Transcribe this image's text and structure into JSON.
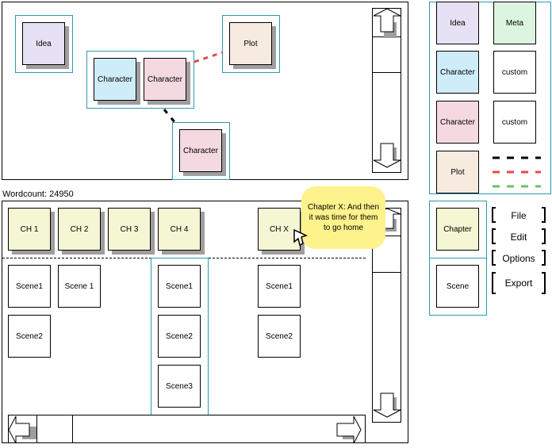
{
  "colors": {
    "frame": "#2a9bb0",
    "idea": "#e6e1f5",
    "meta": "#dcf5e0",
    "character_blue": "#cfecf9",
    "character_pink": "#f4d9e1",
    "plot": "#f7ebe0",
    "chapter": "#f4f6d4",
    "tooltip": "#fdf28b",
    "link_black": "#000000",
    "link_red": "#e84a4a",
    "link_green": "#6cc070"
  },
  "story_canvas": {
    "nodes": [
      {
        "label": "Idea",
        "type": "idea"
      },
      {
        "label": "Character",
        "type": "character-blue"
      },
      {
        "label": "Character",
        "type": "character-pink"
      },
      {
        "label": "Plot",
        "type": "plot"
      },
      {
        "label": "Character",
        "type": "character-pink"
      }
    ],
    "links": [
      {
        "from": "Character (group)",
        "to": "Plot",
        "style": "red-dashed"
      },
      {
        "from": "Character (group)",
        "to": "Character",
        "style": "black-dashed"
      }
    ]
  },
  "palette": {
    "items": [
      {
        "label": "Idea"
      },
      {
        "label": "Meta"
      },
      {
        "label": "Character"
      },
      {
        "label": "custom"
      },
      {
        "label": "Character"
      },
      {
        "label": "custom"
      },
      {
        "label": "Plot"
      }
    ],
    "link_styles": [
      "black-dashed",
      "red-dashed",
      "green-dashed"
    ]
  },
  "wordcount": {
    "label": "Wordcount: 24950",
    "value": 24950
  },
  "timeline": {
    "chapters": [
      {
        "label": "CH 1",
        "scenes": [
          "Scene1",
          "Scene2"
        ]
      },
      {
        "label": "CH 2",
        "scenes": [
          "Scene 1"
        ]
      },
      {
        "label": "CH 3",
        "scenes": []
      },
      {
        "label": "CH 4",
        "scenes": [
          "Scene1",
          "Scene2",
          "Scene3"
        ]
      },
      {
        "label": "CH X",
        "scenes": [
          "Scene1",
          "Scene2"
        ]
      }
    ],
    "tooltip": "Chapter X: And then it was time for them to go home"
  },
  "chapter_palette": {
    "chapter_label": "Chapter",
    "scene_label": "Scene"
  },
  "menu": {
    "items": [
      "File",
      "Edit",
      "Options",
      "Export"
    ]
  },
  "icons": {
    "scroll_up": "arrow-up-icon",
    "scroll_down": "arrow-down-icon",
    "scroll_left": "arrow-left-icon",
    "scroll_right": "arrow-right-icon",
    "cursor": "mouse-pointer-icon"
  }
}
